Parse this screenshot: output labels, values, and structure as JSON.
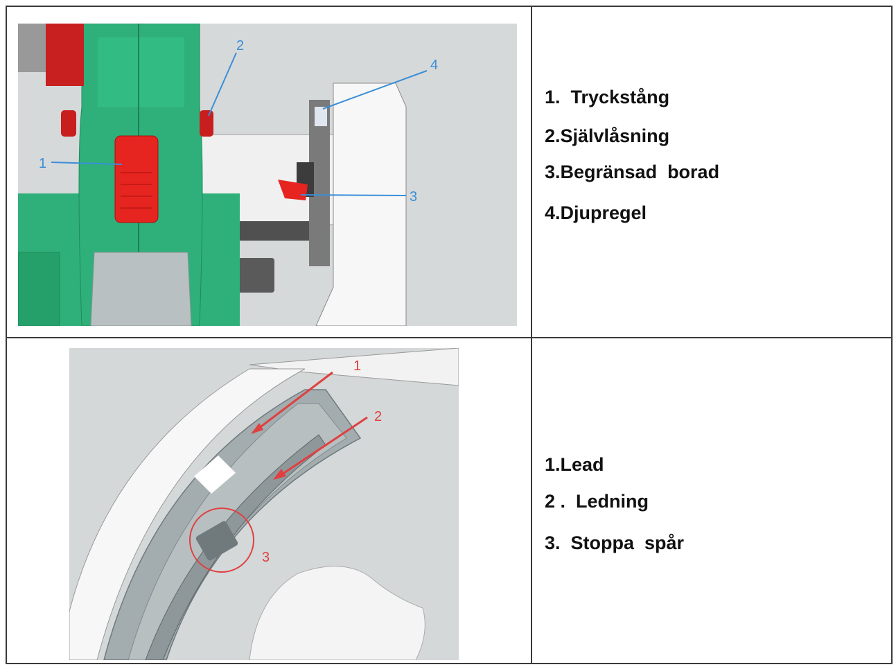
{
  "figure1": {
    "callouts": [
      "1",
      "2",
      "3",
      "4"
    ],
    "colors": {
      "body": "#2fb07a",
      "bodyDark": "#1f8a5c",
      "red": "#e62420",
      "callout": "#3a8fd8"
    }
  },
  "legend1": {
    "items": [
      "1.  Tryckstång",
      "2.Självlåsning",
      "3.Begränsad  borad",
      "4.Djupregel"
    ]
  },
  "figure2": {
    "callouts": [
      "1",
      "2",
      "3"
    ],
    "colors": {
      "arrow": "#e04040",
      "track": "#9aa3a6"
    }
  },
  "legend2": {
    "items": [
      "1.Lead",
      "2 .  Ledning",
      "3.  Stoppa  spår"
    ]
  }
}
